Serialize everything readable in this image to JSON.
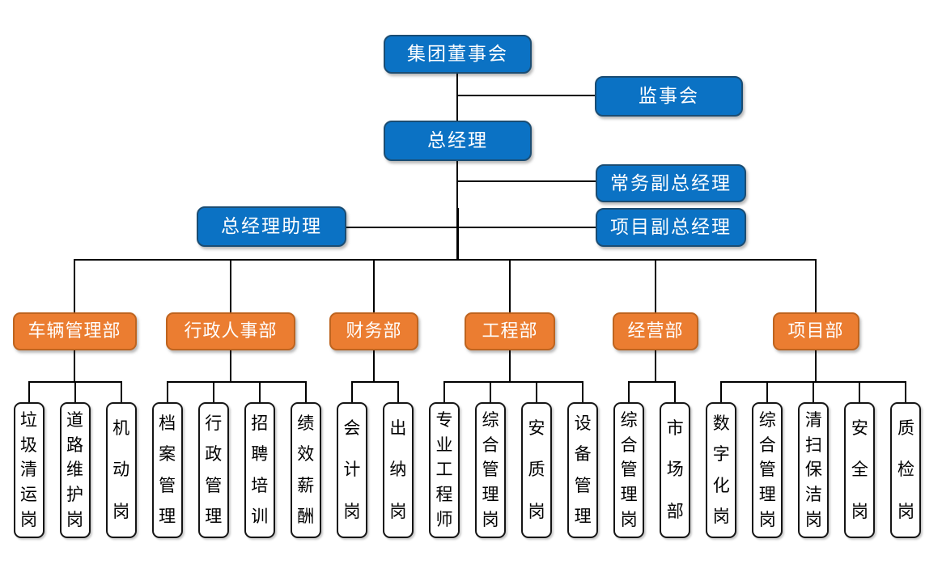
{
  "colors": {
    "blue_fill": "#0B72C4",
    "blue_border": "#1B4D73",
    "orange_fill": "#EB7D31",
    "orange_border": "#BE641F",
    "leaf_fill": "#FFFFFF",
    "leaf_border": "#151515",
    "connector": "#000000",
    "background": "#FFFFFF"
  },
  "org": {
    "board": {
      "label": "集团董事会"
    },
    "supervisory": {
      "label": "监事会"
    },
    "general_manager": {
      "label": "总经理"
    },
    "executive_deputy_gm": {
      "label": "常务副总经理"
    },
    "gm_assistant": {
      "label": "总经理助理"
    },
    "project_deputy_gm": {
      "label": "项目副总经理"
    },
    "departments": [
      {
        "label": "车辆管理部",
        "children": [
          "垃圾清运岗",
          "道路维护岗",
          "机动岗"
        ]
      },
      {
        "label": "行政人事部",
        "children": [
          "档案管理",
          "行政管理",
          "招聘培训",
          "绩效薪酬"
        ]
      },
      {
        "label": "财务部",
        "children": [
          "会计岗",
          "出纳岗"
        ]
      },
      {
        "label": "工程部",
        "children": [
          "专业工程师",
          "综合管理岗",
          "安质岗",
          "设备管理"
        ]
      },
      {
        "label": "经营部",
        "children": [
          "综合管理岗",
          "市场部"
        ]
      },
      {
        "label": "项目部",
        "children": [
          "数字化岗",
          "综合管理岗",
          "清扫保洁岗",
          "安全岗",
          "质检岗"
        ]
      }
    ]
  }
}
